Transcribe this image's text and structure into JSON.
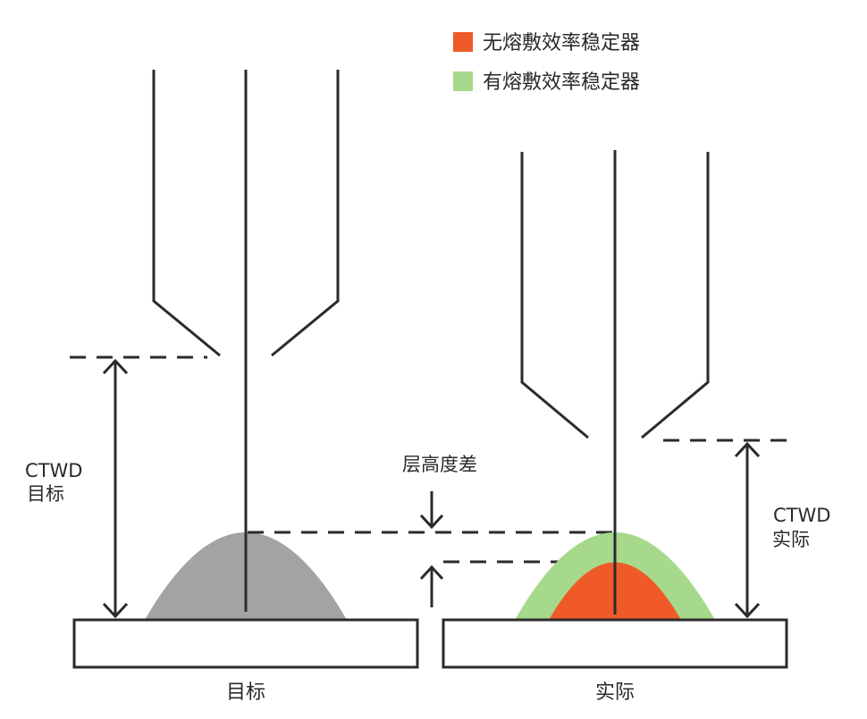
{
  "legend": {
    "items": [
      {
        "label": "无熔敷效率稳定器",
        "color": "#ef5a28"
      },
      {
        "label": "有熔敷效率稳定器",
        "color": "#a6d98b"
      }
    ]
  },
  "left_panel": {
    "ctwd_line1": "CTWD",
    "ctwd_line2": "目标",
    "caption": "目标",
    "bead_color": "#a3a3a6"
  },
  "right_panel": {
    "ctwd_line1": "CTWD",
    "ctwd_line2": "实际",
    "caption": "实际"
  },
  "layer_height_label": "层高度差"
}
